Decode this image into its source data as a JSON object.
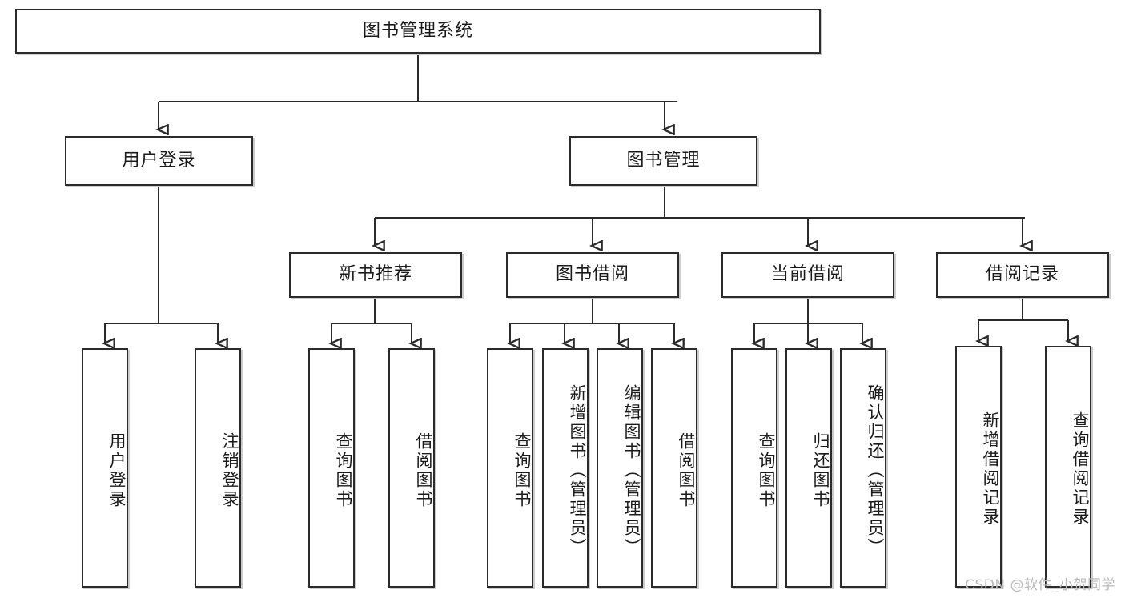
{
  "diagram": {
    "type": "tree",
    "title": "图书管理系统",
    "root": {
      "id": "root",
      "label": "图书管理系统",
      "orientation": "horizontal"
    },
    "level2": [
      {
        "id": "user-login",
        "label": "用户登录",
        "orientation": "horizontal"
      },
      {
        "id": "book-manage",
        "label": "图书管理",
        "orientation": "horizontal"
      }
    ],
    "level3": [
      {
        "id": "new-book-recommend",
        "label": "新书推荐",
        "orientation": "horizontal",
        "parent": "book-manage"
      },
      {
        "id": "book-borrow",
        "label": "图书借阅",
        "orientation": "horizontal",
        "parent": "book-manage"
      },
      {
        "id": "current-borrow",
        "label": "当前借阅",
        "orientation": "horizontal",
        "parent": "book-manage"
      },
      {
        "id": "borrow-record",
        "label": "借阅记录",
        "orientation": "horizontal",
        "parent": "book-manage"
      }
    ],
    "leaves": [
      {
        "id": "leaf-user-login",
        "label": "用户登录",
        "parent": "user-login"
      },
      {
        "id": "leaf-logout-login",
        "label": "注销登录",
        "parent": "user-login"
      },
      {
        "id": "leaf-query-book-1",
        "label": "查询图书",
        "parent": "new-book-recommend"
      },
      {
        "id": "leaf-borrow-book-1",
        "label": "借阅图书",
        "parent": "new-book-recommend"
      },
      {
        "id": "leaf-query-book-2",
        "label": "查询图书",
        "parent": "book-borrow"
      },
      {
        "id": "leaf-add-book",
        "label": "新增图书（管理员）",
        "parent": "book-borrow"
      },
      {
        "id": "leaf-edit-book",
        "label": "编辑图书（管理员）",
        "parent": "book-borrow"
      },
      {
        "id": "leaf-borrow-book-2",
        "label": "借阅图书",
        "parent": "book-borrow"
      },
      {
        "id": "leaf-query-book-3",
        "label": "查询图书",
        "parent": "current-borrow"
      },
      {
        "id": "leaf-return-book",
        "label": "归还图书",
        "parent": "current-borrow"
      },
      {
        "id": "leaf-confirm-return",
        "label": "确认归还（管理员）",
        "parent": "current-borrow"
      },
      {
        "id": "leaf-add-record",
        "label": "新增借阅记录",
        "parent": "borrow-record"
      },
      {
        "id": "leaf-query-record",
        "label": "查询借阅记录",
        "parent": "borrow-record"
      }
    ],
    "watermark": "CSDN @软件_小贺同学",
    "colors": {
      "stroke": "#2b2b2b",
      "fill": "#ffffff",
      "text": "#1a1a1a",
      "watermark": "#b9b9b9"
    }
  }
}
